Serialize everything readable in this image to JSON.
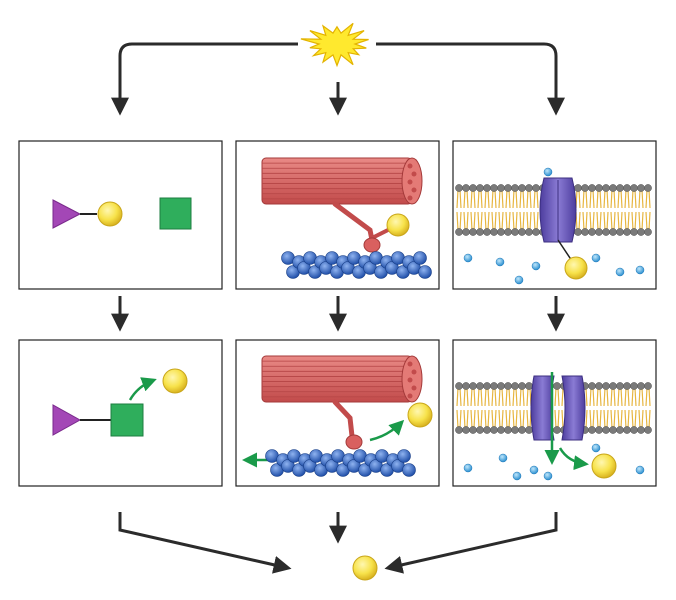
{
  "diagram": {
    "type": "energy-transfer-schematic",
    "colors": {
      "background": "#ffffff",
      "arrow": "#2b2b2b",
      "flow_arrow": "#1a9a4a",
      "panel_border": "#222222",
      "phosphate_fill": "#f7e24a",
      "phosphate_stroke": "#c9a61a",
      "starburst_fill": "#ffe92e",
      "starburst_stroke": "#e3b300",
      "triangle": "#a347b6",
      "square": "#2fae5c",
      "myosin": "#d9605f",
      "actin": "#2a62c4",
      "ion": "#3aa6e0",
      "lipid_head": "#7a7a7a",
      "lipid_tail": "#e7b640",
      "channel": "#6e5bb9"
    },
    "icons": {
      "energy_source": "starburst-icon",
      "product": "phosphate-ball-icon"
    },
    "panels": [
      {
        "column": "chemical-work",
        "state": "before"
      },
      {
        "column": "mechanical-work",
        "state": "before"
      },
      {
        "column": "transport-work",
        "state": "before"
      },
      {
        "column": "chemical-work",
        "state": "after"
      },
      {
        "column": "mechanical-work",
        "state": "after"
      },
      {
        "column": "transport-work",
        "state": "after"
      }
    ]
  }
}
